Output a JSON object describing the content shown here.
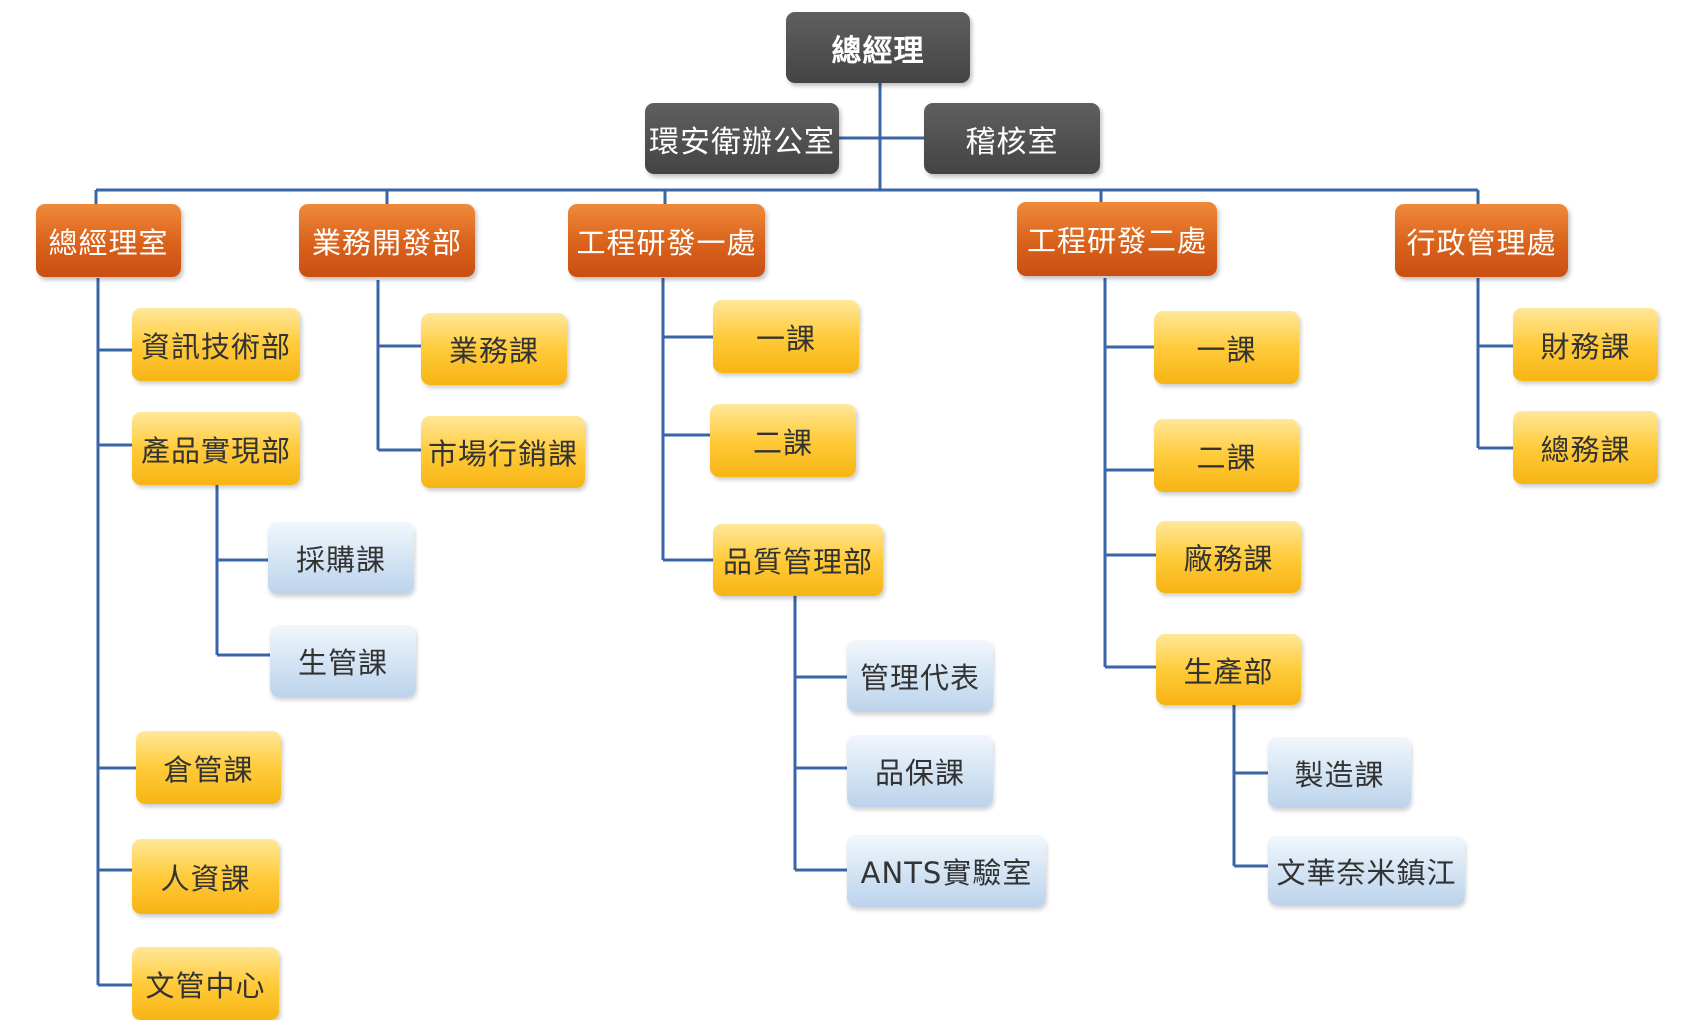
{
  "colors": {
    "connector": "#3a65a8",
    "top_level": "#4f4f4f",
    "department": "#d9621b",
    "section": "#ffcb3a",
    "sub_section": "#d2e3f3"
  },
  "org": {
    "ceo": "總經理",
    "staff_left": "環安衛辦公室",
    "staff_right": "稽核室",
    "departments": [
      {
        "label": "總經理室",
        "children": [
          {
            "label": "資訊技術部"
          },
          {
            "label": "產品實現部",
            "children": [
              "採購課",
              "生管課"
            ]
          },
          {
            "label": "倉管課"
          },
          {
            "label": "人資課"
          },
          {
            "label": "文管中心"
          }
        ]
      },
      {
        "label": "業務開發部",
        "children": [
          {
            "label": "業務課"
          },
          {
            "label": "市場行銷課"
          }
        ]
      },
      {
        "label": "工程研發一處",
        "children": [
          {
            "label": "一課"
          },
          {
            "label": "二課"
          },
          {
            "label": "品質管理部",
            "children": [
              "管理代表",
              "品保課",
              "ANTS實驗室"
            ]
          }
        ]
      },
      {
        "label": "工程研發二處",
        "children": [
          {
            "label": "一課"
          },
          {
            "label": "二課"
          },
          {
            "label": "廠務課"
          },
          {
            "label": "生產部",
            "children": [
              "製造課",
              "文華奈米鎮江"
            ]
          }
        ]
      },
      {
        "label": "行政管理處",
        "children": [
          {
            "label": "財務課"
          },
          {
            "label": "總務課"
          }
        ]
      }
    ]
  }
}
